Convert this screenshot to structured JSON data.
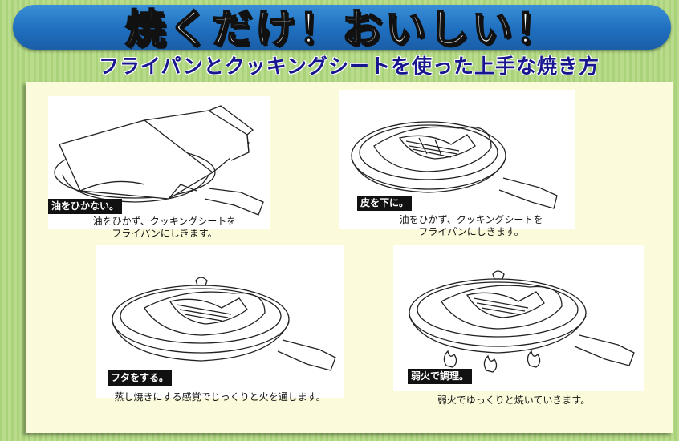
{
  "header": {
    "title": "焼くだけ！おいしい！",
    "subtitle": "フライパンとクッキングシートを使った上手な焼き方"
  },
  "steps": [
    {
      "label": "油をひかない。",
      "caption": "油をひかず、クッキングシートを\nフライパンにしきます。",
      "illustration": "pan-sheet-roll-icon"
    },
    {
      "label": "皮を下に。",
      "caption": "油をひかず、クッキングシートを\nフライパンにしきます。",
      "illustration": "pan-fish-icon"
    },
    {
      "label": "フタをする。",
      "caption": "蒸し焼きにする感覚でじっくりと火を通します。",
      "illustration": "pan-lid-fish-icon"
    },
    {
      "label": "弱火で調理。",
      "caption": "弱火でゆっくりと焼いていきます。",
      "illustration": "pan-lid-flame-icon"
    }
  ],
  "colors": {
    "banner": "#1f6fbf",
    "subtitle": "#17168e",
    "panel": "#fbfbdc",
    "background": "#a9d27a"
  }
}
